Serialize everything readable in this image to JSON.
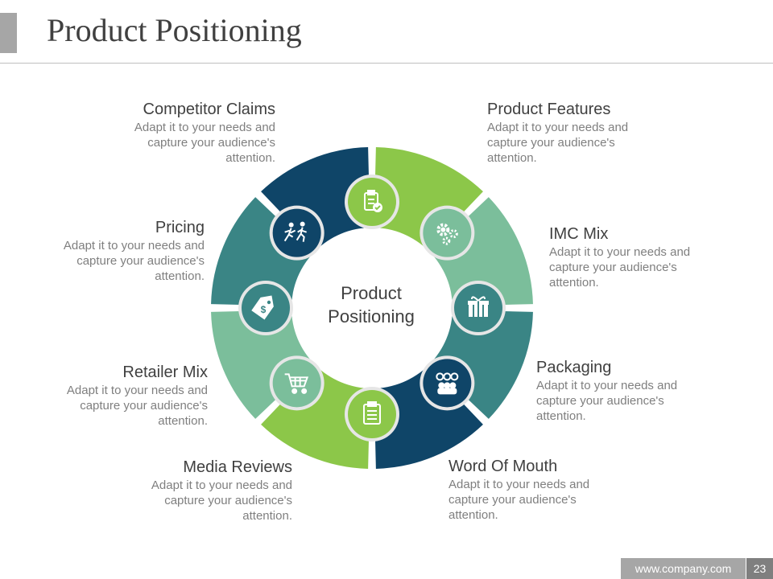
{
  "slide": {
    "title": "Product Positioning",
    "center_label_line1": "Product",
    "center_label_line2": "Positioning"
  },
  "colors": {
    "dark_blue": "#0f4568",
    "teal": "#3a8585",
    "light_teal": "#7bbe9b",
    "lime": "#8cc749",
    "icon_border": "#e6e6e6"
  },
  "segments": [
    {
      "key": "product_features",
      "color": "lime",
      "icon": "clipboard-check-icon"
    },
    {
      "key": "imc_mix",
      "color": "light_teal",
      "icon": "gears-icon"
    },
    {
      "key": "packaging",
      "color": "teal",
      "icon": "gift-box-icon"
    },
    {
      "key": "word_of_mouth",
      "color": "dark_blue",
      "icon": "people-talking-icon"
    },
    {
      "key": "media_reviews",
      "color": "lime",
      "icon": "clipboard-list-icon"
    },
    {
      "key": "retailer_mix",
      "color": "light_teal",
      "icon": "shopping-cart-icon"
    },
    {
      "key": "pricing",
      "color": "teal",
      "icon": "price-tag-icon"
    },
    {
      "key": "competitor_claims",
      "color": "dark_blue",
      "icon": "runners-icon"
    }
  ],
  "items": {
    "competitor_claims": {
      "title": "Competitor Claims",
      "desc": [
        "Adapt it to your needs and",
        "capture your audience's",
        "attention."
      ]
    },
    "pricing": {
      "title": "Pricing",
      "desc": [
        "Adapt it to your needs and",
        "capture your audience's",
        "attention."
      ]
    },
    "retailer_mix": {
      "title": "Retailer Mix",
      "desc": [
        "Adapt it to your needs and",
        "capture your audience's",
        "attention."
      ]
    },
    "media_reviews": {
      "title": "Media Reviews",
      "desc": [
        "Adapt it to your needs and",
        "capture your audience's",
        "attention."
      ]
    },
    "product_features": {
      "title": "Product Features",
      "desc": [
        "Adapt it to your needs and",
        "capture your audience's",
        "attention."
      ]
    },
    "imc_mix": {
      "title": "IMC Mix",
      "desc": [
        "Adapt it to your needs and",
        "capture your audience's",
        "attention."
      ]
    },
    "packaging": {
      "title": "Packaging",
      "desc": [
        "Adapt it to your needs and",
        "capture your audience's",
        "attention."
      ]
    },
    "word_of_mouth": {
      "title": "Word Of Mouth",
      "desc": [
        "Adapt it to your needs and",
        "capture your audience's",
        "attention."
      ]
    }
  },
  "footer": {
    "url": "www.company.com",
    "page_number": "23"
  }
}
